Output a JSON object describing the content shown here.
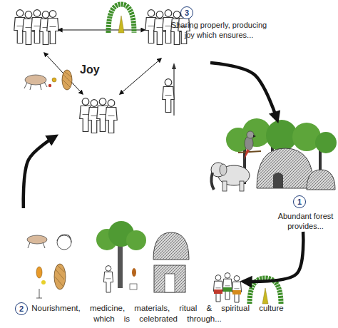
{
  "diagram": {
    "nodes": [
      {
        "text": [
          "1",
          "Abundant forest provides..."
        ]
      },
      {
        "text": [
          "2",
          "Nourishment, medicine, materials, ritual & spiritual culture which is celebrated through..."
        ]
      },
      {
        "text": [
          "Joy",
          "3",
          "Sharing properly, producing joy which ensures..."
        ]
      }
    ],
    "edges": [
      {
        "from": 2,
        "to": 0,
        "arrow": "to"
      },
      {
        "from": 0,
        "to": 1,
        "arrow": "to"
      },
      {
        "from": 1,
        "to": 2,
        "arrow": "to"
      }
    ]
  }
}
